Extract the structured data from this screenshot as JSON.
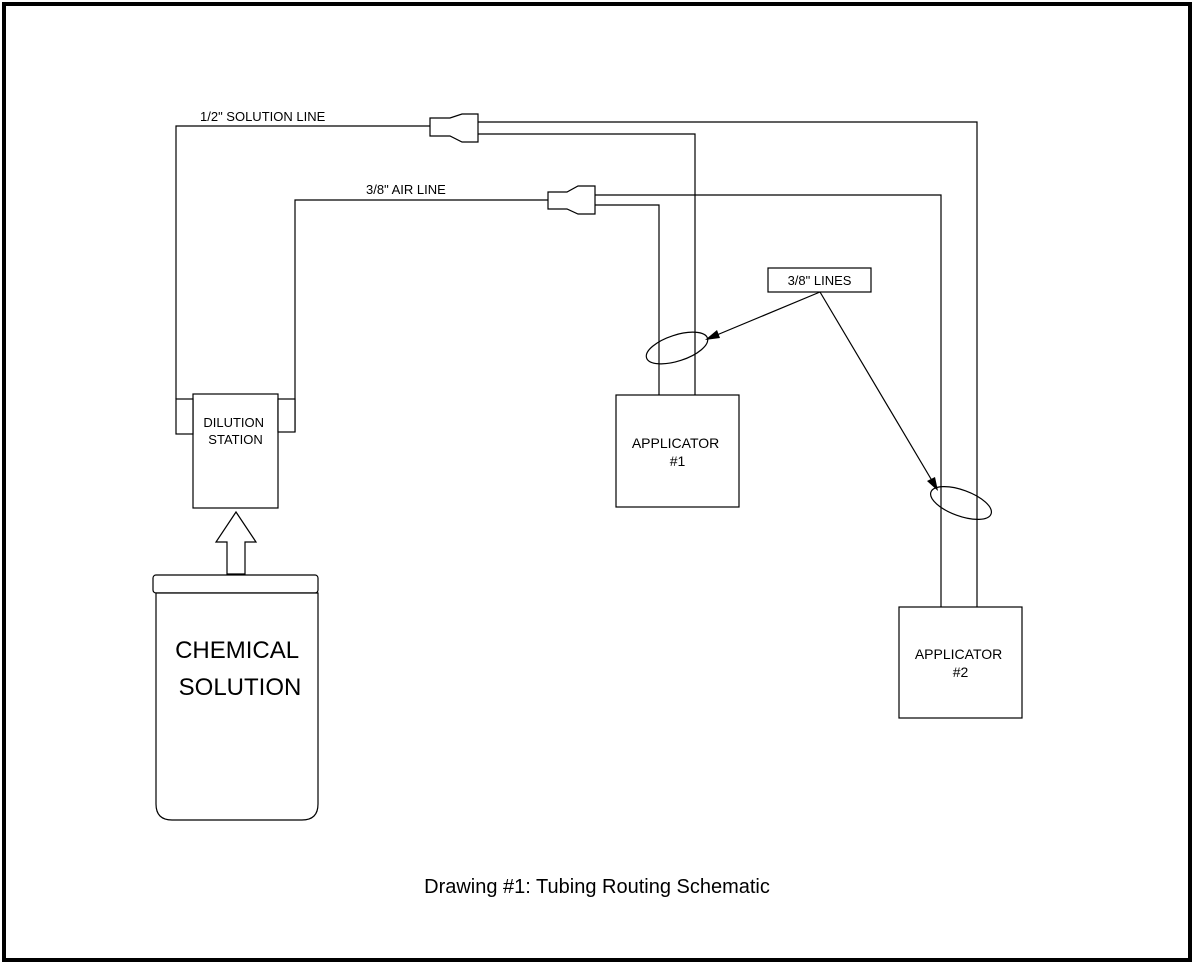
{
  "labels": {
    "solution_line": "1/2\" SOLUTION LINE",
    "air_line": "3/8\" AIR LINE",
    "lines_callout": "3/8\" LINES",
    "dilution_station": [
      "DILUTION",
      "STATION"
    ],
    "applicator_1": [
      "APPLICATOR",
      "#1"
    ],
    "applicator_2": [
      "APPLICATOR",
      "#2"
    ],
    "chemical_solution": [
      "CHEMICAL",
      "SOLUTION"
    ]
  },
  "caption": "Drawing #1: Tubing Routing Schematic"
}
